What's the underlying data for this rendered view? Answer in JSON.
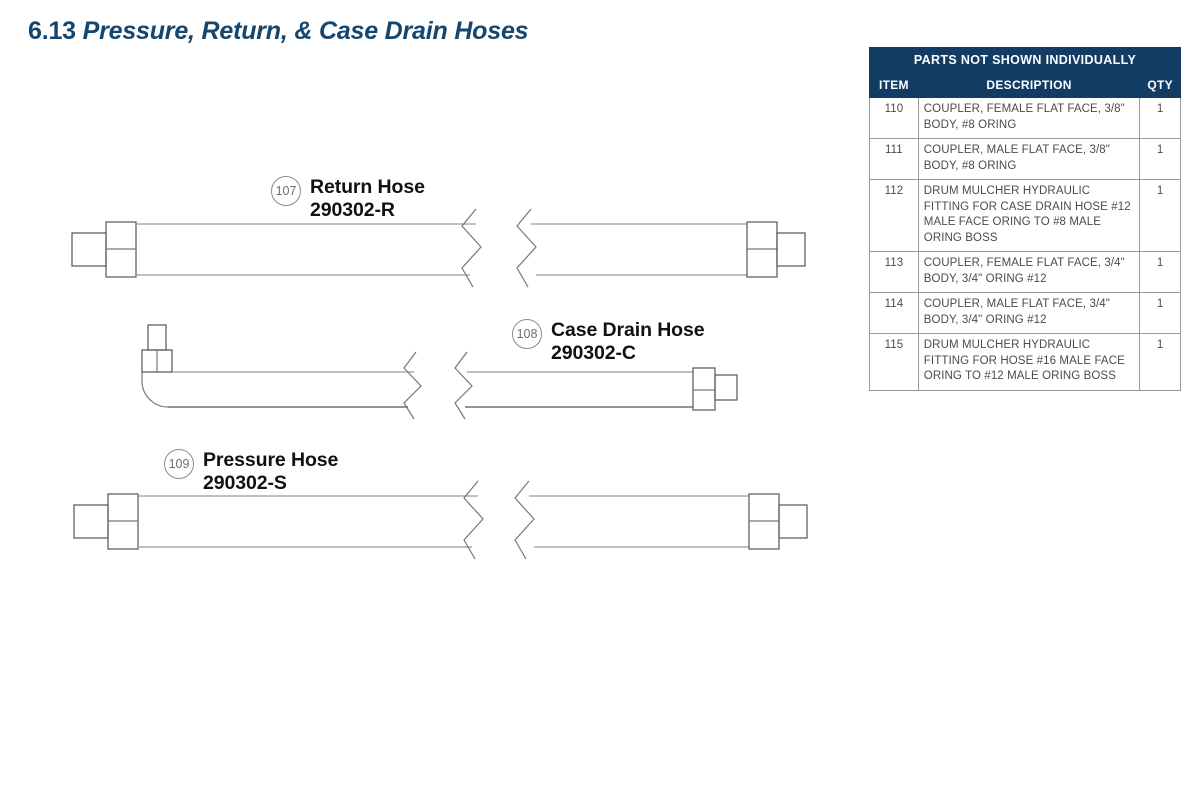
{
  "document": {
    "section_number": "6.13",
    "title": "Pressure, Return, & Case Drain Hoses",
    "title_color": "#14466f"
  },
  "diagram": {
    "callouts": [
      {
        "id": "107",
        "name": "Return Hose",
        "part_number": "290302-R"
      },
      {
        "id": "108",
        "name": "Case Drain Hose",
        "part_number": "290302-C"
      },
      {
        "id": "109",
        "name": "Pressure Hose",
        "part_number": "290302-S"
      }
    ]
  },
  "parts_table": {
    "banner": "PARTS NOT SHOWN INDIVIDUALLY",
    "header_color": "#123c63",
    "columns": [
      "ITEM",
      "DESCRIPTION",
      "QTY"
    ],
    "rows": [
      {
        "item": "110",
        "description": "COUPLER, FEMALE FLAT FACE, 3/8\" BODY, #8 ORING",
        "qty": "1"
      },
      {
        "item": "111",
        "description": "COUPLER, MALE FLAT FACE, 3/8\" BODY, #8 ORING",
        "qty": "1"
      },
      {
        "item": "112",
        "description": "DRUM MULCHER HYDRAULIC FITTING FOR CASE DRAIN HOSE #12 MALE FACE ORING TO #8 MALE ORING BOSS",
        "qty": "1"
      },
      {
        "item": "113",
        "description": "COUPLER, FEMALE FLAT FACE, 3/4\" BODY, 3/4\" ORING #12",
        "qty": "1"
      },
      {
        "item": "114",
        "description": "COUPLER, MALE FLAT FACE, 3/4\" BODY, 3/4\" ORING #12",
        "qty": "1"
      },
      {
        "item": "115",
        "description": "DRUM MULCHER HYDRAULIC FITTING FOR HOSE #16 MALE FACE ORING TO #12 MALE ORING BOSS",
        "qty": "1"
      }
    ]
  }
}
